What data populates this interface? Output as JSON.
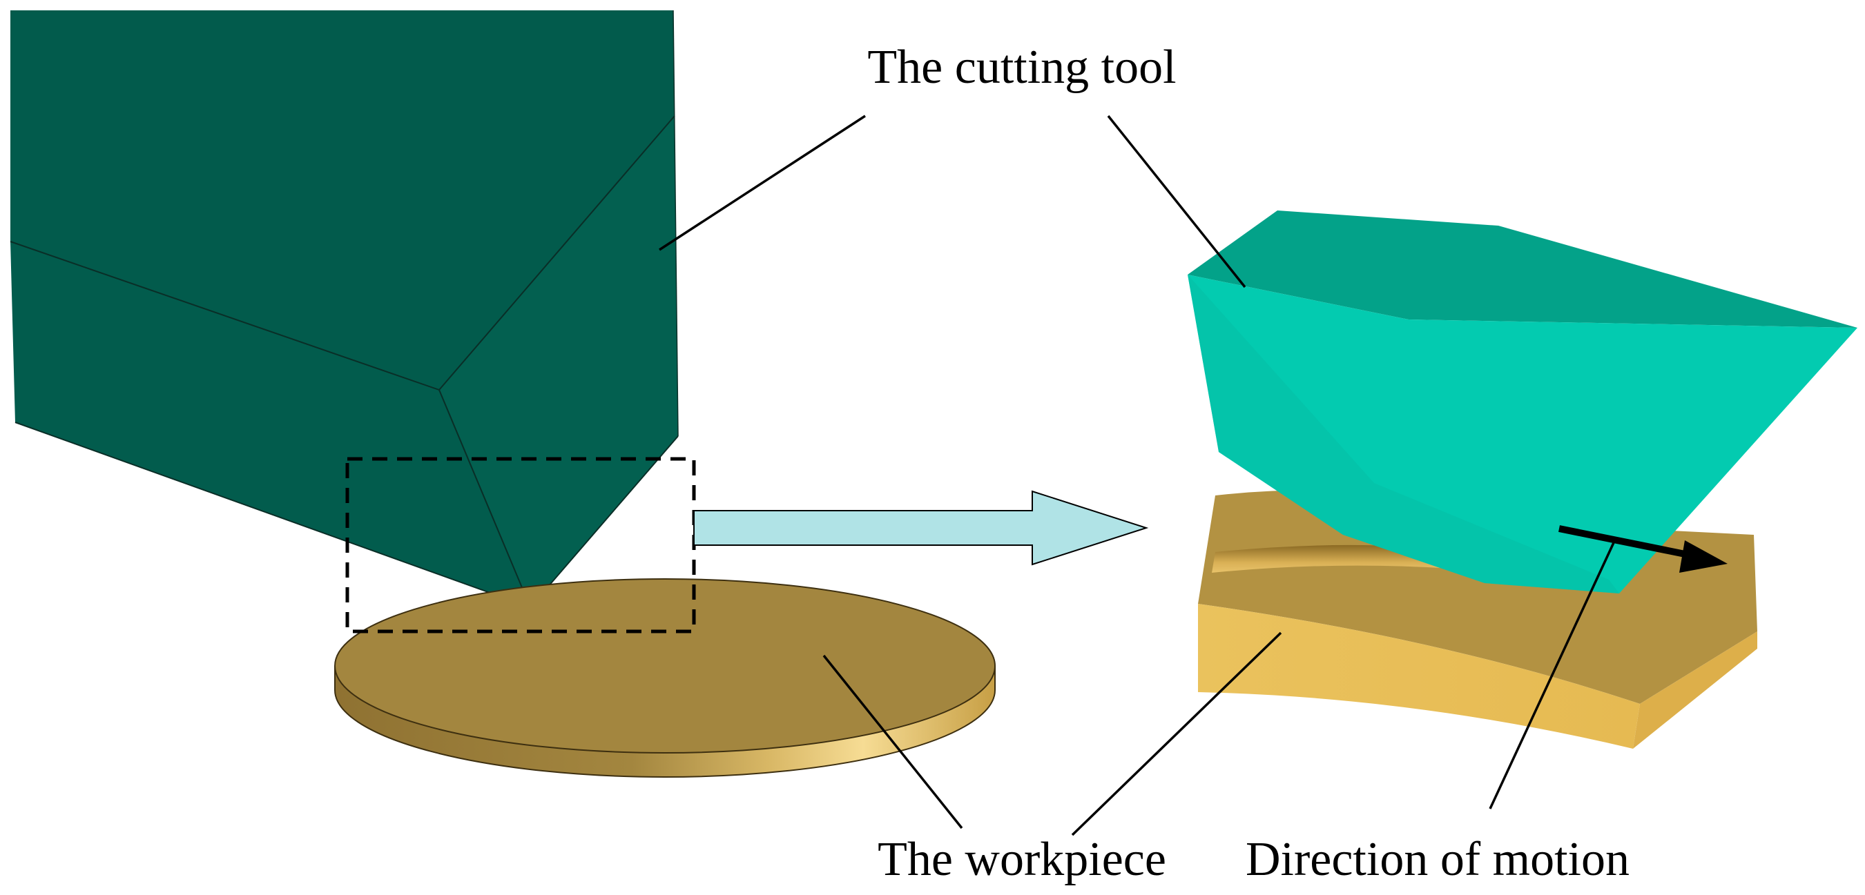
{
  "labels": {
    "cutting_tool": "The cutting tool",
    "workpiece": "The workpiece",
    "direction": "Direction of motion"
  },
  "colors": {
    "tool_dark_top": "#025b4c",
    "tool_dark_side": "#02604f",
    "tool_light_top": "#03a289",
    "tool_light_front": "#03cbb0",
    "disk_top": "#a3863f",
    "disk_rim_light": "#f6dc94",
    "block_top": "#b59440",
    "block_front": "#eac25d",
    "block_side": "#e1b24d",
    "zoom_arrow": "#b0e3e6",
    "line": "#000000"
  },
  "icons": {
    "zoom_arrow": "right-arrow-icon",
    "motion_arrow": "right-arrow-icon"
  }
}
